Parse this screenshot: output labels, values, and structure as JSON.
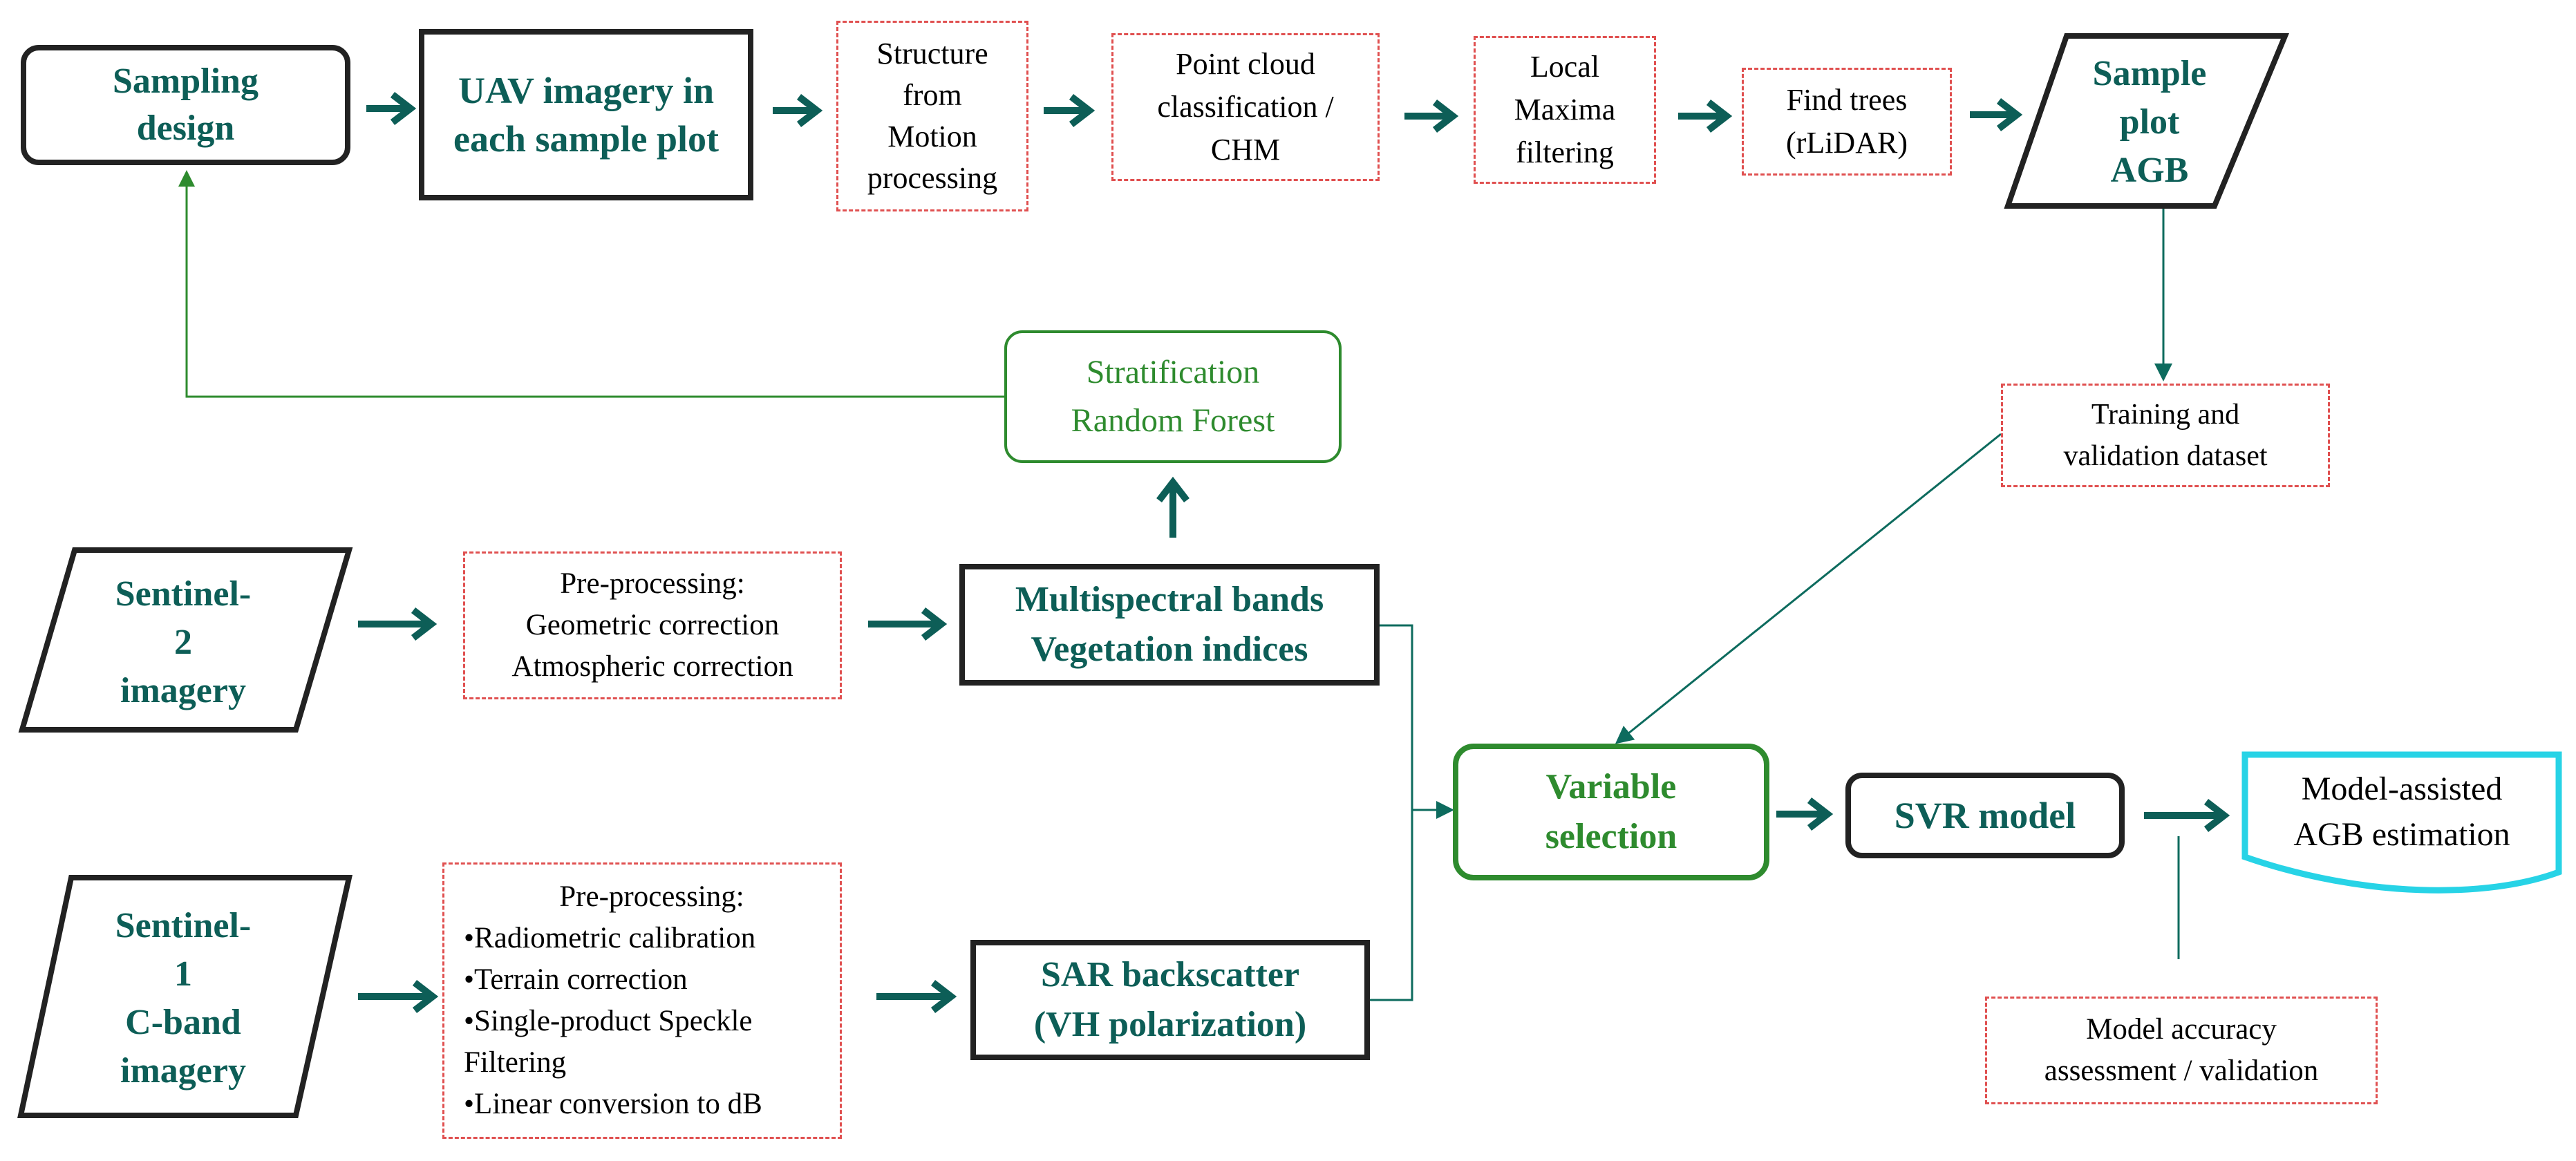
{
  "colors": {
    "arrow": "#0d5e57",
    "thin_line": "#0d6b5e",
    "green": "#2e8b2e",
    "dash": "#e05050",
    "cyan": "#27d3e6",
    "dark": "#222222"
  },
  "nodes": {
    "sampling_design": [
      "Sampling",
      "design"
    ],
    "uav": [
      "UAV imagery in",
      "each sample plot"
    ],
    "sfm": [
      "Structure",
      "from",
      "Motion",
      "processing"
    ],
    "point_cloud": [
      "Point cloud",
      "classification  /",
      "CHM"
    ],
    "local_maxima": [
      "Local",
      "Maxima",
      "filtering"
    ],
    "find_trees": [
      "Find trees",
      "(rLiDAR)"
    ],
    "sample_plot_agb": [
      "Sample",
      "plot",
      "AGB"
    ],
    "stratification": [
      "Stratification",
      "Random Forest"
    ],
    "training": [
      "Training and",
      "validation dataset"
    ],
    "sentinel2": [
      "Sentinel-",
      "2",
      "imagery"
    ],
    "preproc_s2": [
      "Pre-processing:",
      "Geometric correction",
      "Atmospheric correction"
    ],
    "multispectral": [
      "Multispectral bands",
      "Vegetation indices"
    ],
    "variable_selection": [
      "Variable",
      "selection"
    ],
    "svr": [
      "SVR model"
    ],
    "model_assisted": [
      "Model-assisted",
      "AGB estimation"
    ],
    "sentinel1": [
      "Sentinel-",
      "1",
      "C-band",
      "imagery"
    ],
    "preproc_s1": {
      "title": "Pre-processing:",
      "items": [
        "•Radiometric calibration",
        "•Terrain correction",
        "•Single-product Speckle",
        "Filtering",
        "•Linear conversion to dB"
      ]
    },
    "sar": [
      "SAR backscatter",
      "(VH polarization)"
    ],
    "accuracy": [
      "Model accuracy",
      "assessment / validation"
    ]
  }
}
